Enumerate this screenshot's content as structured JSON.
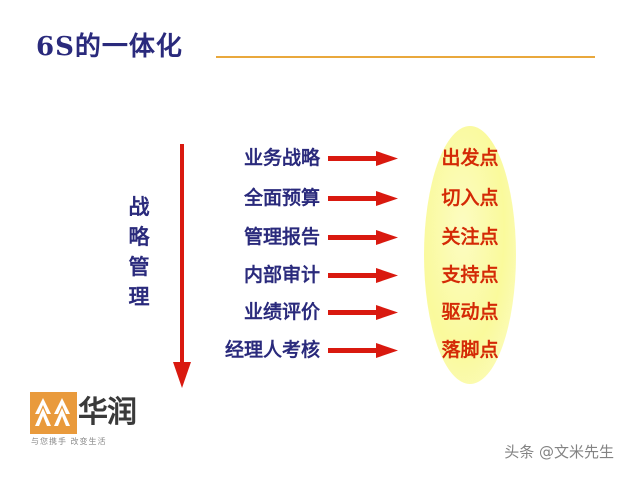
{
  "slide": {
    "title": "6S的一体化",
    "title_color": "#2a2a7c",
    "rule_color": "#e9a83c",
    "background": "#ffffff"
  },
  "diagram": {
    "side_label": {
      "text": "战略管理",
      "chars": [
        "战",
        "略",
        "管",
        "理"
      ],
      "color": "#2a2a7c"
    },
    "down_arrow": {
      "icon": "arrow-down-icon",
      "color": "#d9190f",
      "direction": "down"
    },
    "arrow_icon": "arrow-right-icon",
    "arrow_color": "#d9190f",
    "ellipse_color": "#fafa9c",
    "item_color": "#2a2a7c",
    "outcome_color": "#d42a06",
    "rows": [
      {
        "item": "业务战略",
        "outcome": "出发点"
      },
      {
        "item": "全面预算",
        "outcome": "切入点"
      },
      {
        "item": "管理报告",
        "outcome": "关注点"
      },
      {
        "item": "内部审计",
        "outcome": "支持点"
      },
      {
        "item": "业绩评价",
        "outcome": "驱动点"
      },
      {
        "item": "经理人考核",
        "outcome": "落脚点"
      }
    ]
  },
  "logo": {
    "mark_icon": "mountain-chevron-logo-icon",
    "mark_color": "#e99a3c",
    "wordmark": "华润",
    "tagline": "与您携手 改变生活"
  },
  "watermark": {
    "text": "头条 @文米先生"
  }
}
